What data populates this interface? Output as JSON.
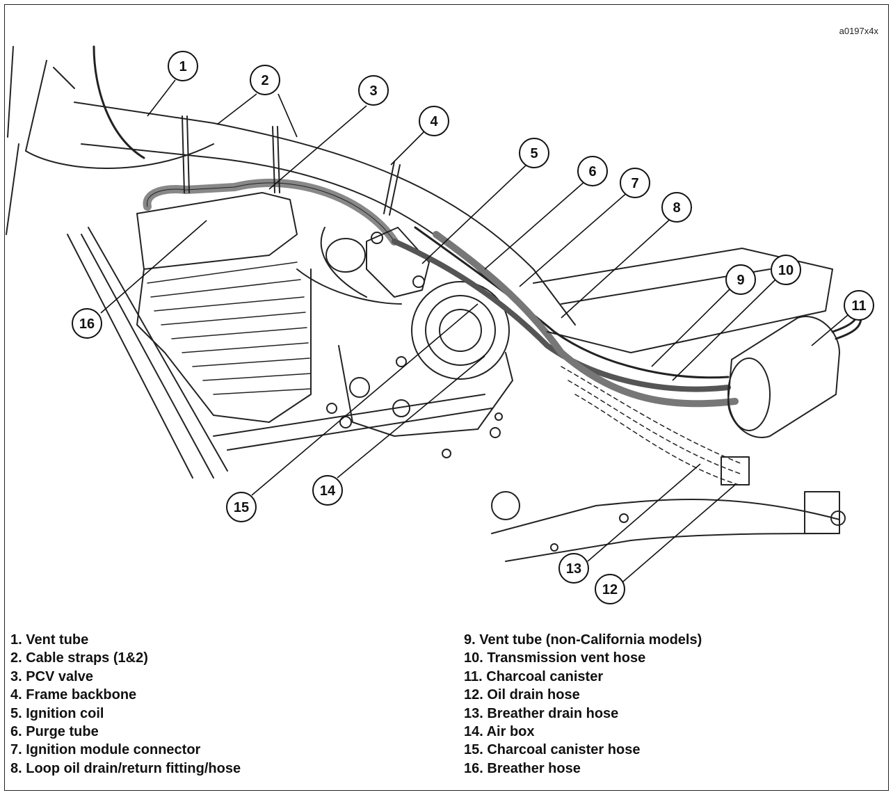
{
  "figure_id": "a0197x4x",
  "callouts": [
    "1",
    "2",
    "3",
    "4",
    "5",
    "6",
    "7",
    "8",
    "9",
    "10",
    "11",
    "12",
    "13",
    "14",
    "15",
    "16"
  ],
  "legend": [
    "1. Vent tube",
    "2. Cable straps (1&2)",
    "3. PCV valve",
    "4. Frame backbone",
    "5. Ignition coil",
    "6. Purge tube",
    "7. Ignition module connector",
    "8. Loop oil drain/return fitting/hose",
    "9. Vent tube (non-California models)",
    "10. Transmission vent hose",
    "11. Charcoal canister",
    "12. Oil drain hose",
    "13. Breather drain hose",
    "14. Air box",
    "15. Charcoal canister hose",
    "16. Breather hose"
  ]
}
